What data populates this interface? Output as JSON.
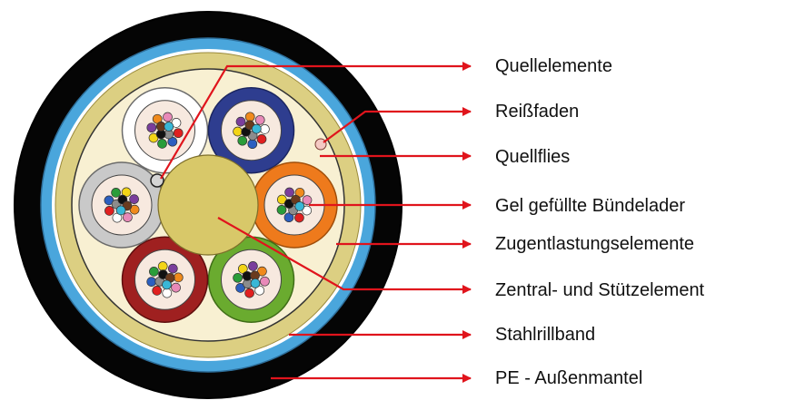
{
  "colors": {
    "jacket": "#050505",
    "steel_tape": "#4aa6dc",
    "yarn_ring": "#dccf82",
    "fleece_fill": "#f8f0d2",
    "central_element": "#d8c869",
    "fiber_core": "#f7e9df",
    "arrow": "#e0141c"
  },
  "labels": [
    {
      "id": "quellelemente",
      "text": "Quellelemente"
    },
    {
      "id": "reissfaden",
      "text": "Reißfaden"
    },
    {
      "id": "quellflies",
      "text": "Quellflies"
    },
    {
      "id": "buendelader",
      "text": "Gel gefüllte Bündelader"
    },
    {
      "id": "zugentlastung",
      "text": "Zugentlastungselemente"
    },
    {
      "id": "zentralelement",
      "text": "Zentral- und Stützelement"
    },
    {
      "id": "stahlrillband",
      "text": "Stahlrillband"
    },
    {
      "id": "aussenmantel",
      "text": "PE - Außenmantel"
    }
  ],
  "tubes": [
    {
      "name": "white",
      "color": "#ffffff",
      "stroke": "#6b6b6b"
    },
    {
      "name": "blue",
      "color": "#2e3d8f",
      "stroke": "#1c2660"
    },
    {
      "name": "orange",
      "color": "#ee7a1c",
      "stroke": "#a04e0a"
    },
    {
      "name": "green",
      "color": "#6aab2f",
      "stroke": "#3f6d17"
    },
    {
      "name": "red",
      "color": "#9f2020",
      "stroke": "#5e0e0e"
    },
    {
      "name": "grey",
      "color": "#c9c9c9",
      "stroke": "#6a6a6a"
    }
  ],
  "fiber_colors": [
    "#e02020",
    "#2c5fc0",
    "#2a9d3a",
    "#f3d516",
    "#7a3e9c",
    "#f08a1c",
    "#e889b8",
    "#ffffff",
    "#8c8c8c",
    "#111111",
    "#6a3b1e",
    "#39b7d6"
  ]
}
